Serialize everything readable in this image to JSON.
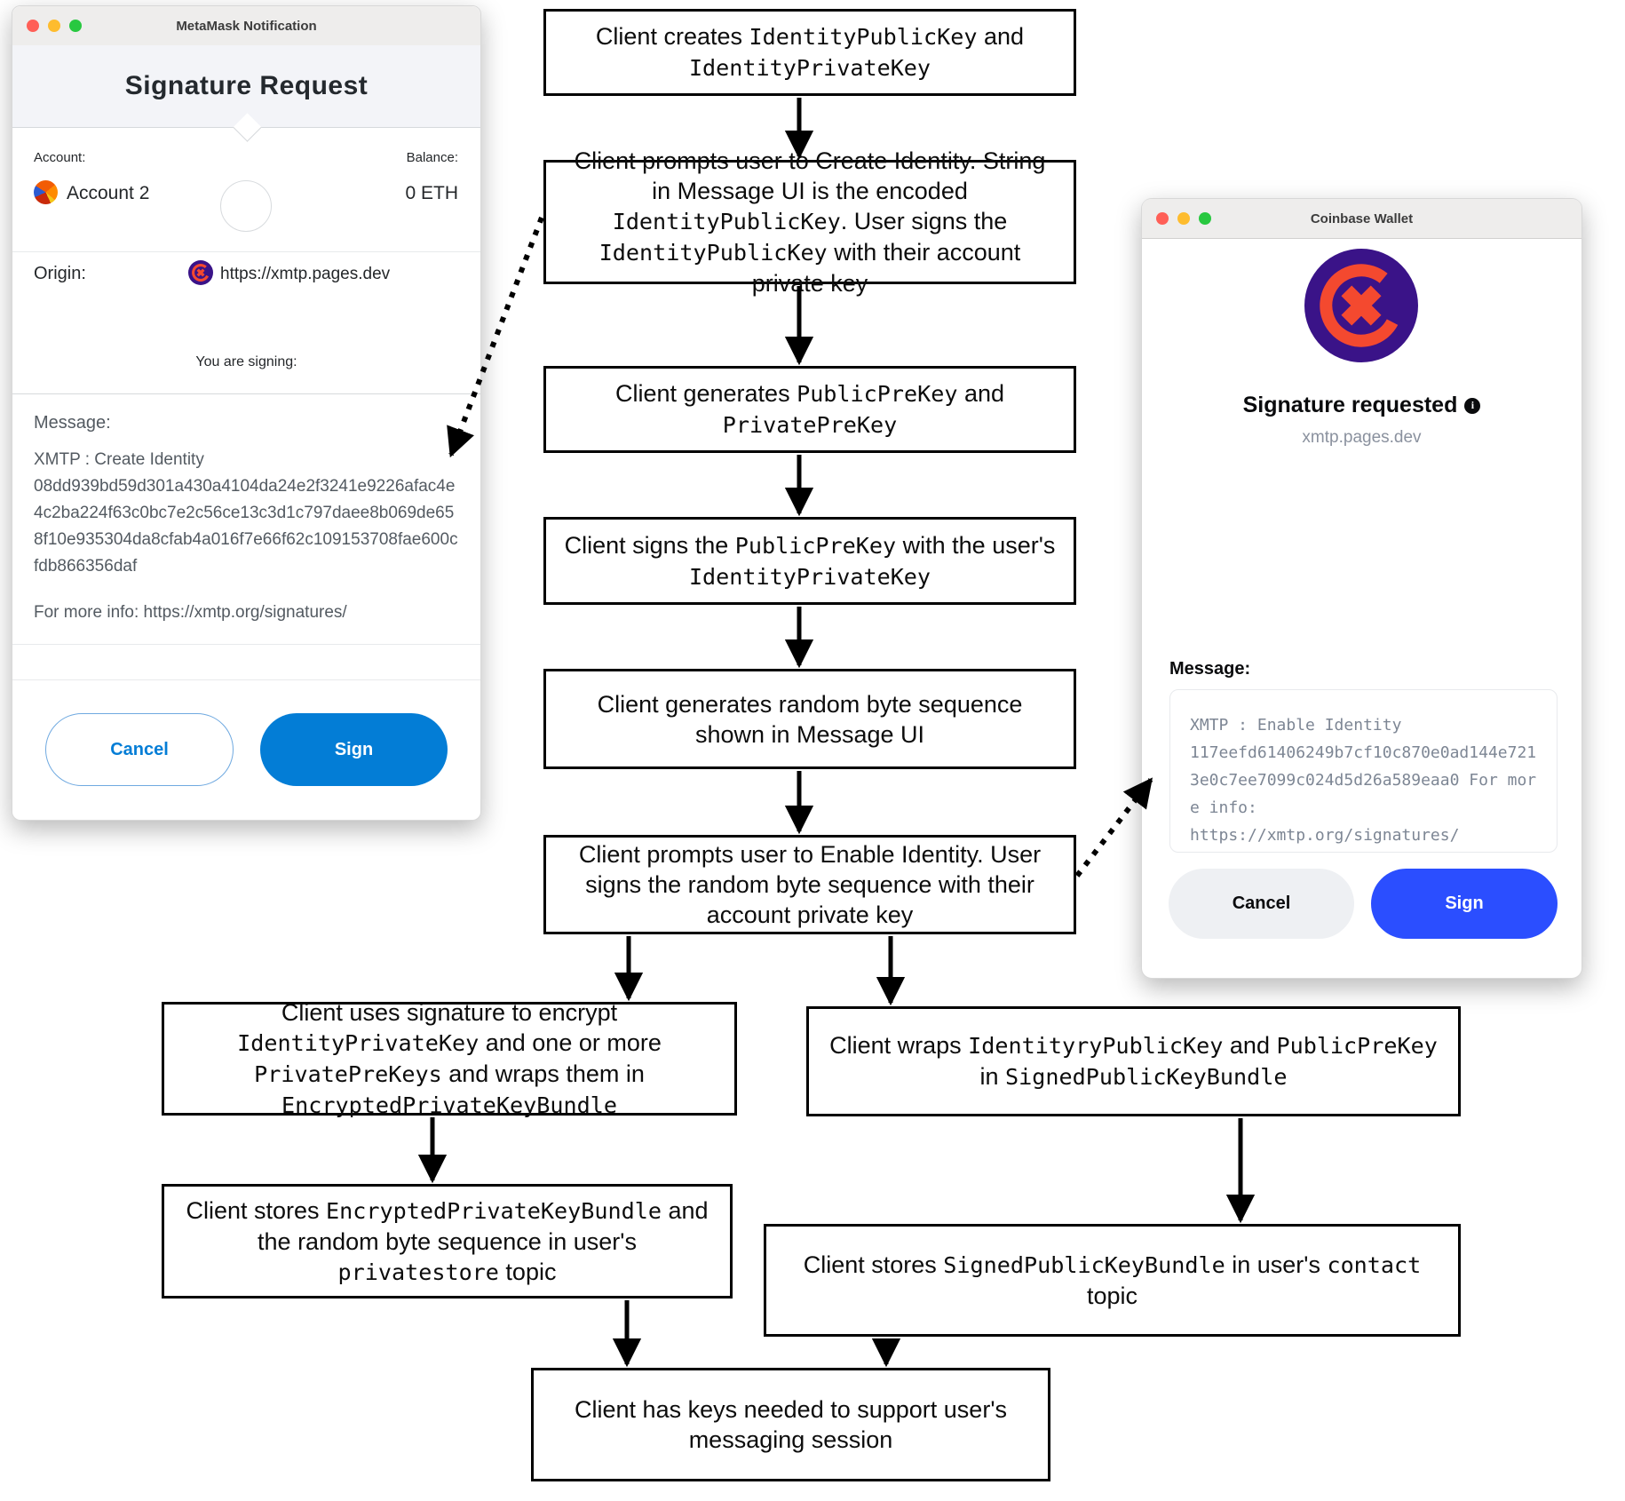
{
  "metamask": {
    "window_title": "MetaMask Notification",
    "heading": "Signature Request",
    "account_label": "Account:",
    "account_name": "Account 2",
    "balance_label": "Balance:",
    "balance_value": "0 ETH",
    "origin_label": "Origin:",
    "origin_url": "https://xmtp.pages.dev",
    "signing_label": "You are signing:",
    "message_label": "Message:",
    "message_text": "XMTP : Create Identity\n08dd939bd59d301a430a4104da24e2f3241e9226afac4e4c2ba224f63c0bc7e2c56ce13c3d1c797daee8b069de658f10e935304da8cfab4a016f7e66f62c109153708fae600cfdb866356daf",
    "more_info": "For more info: https://xmtp.org/signatures/",
    "cancel_label": "Cancel",
    "sign_label": "Sign"
  },
  "coinbase": {
    "window_title": "Coinbase Wallet",
    "heading": "Signature requested",
    "info_icon_glyph": "i",
    "domain": "xmtp.pages.dev",
    "message_label": "Message:",
    "message_text": "XMTP : Enable Identity\n117eefd61406249b7cf10c870e0ad144e7213e0c7ee7099c024d5d26a589eaa0 For more info:\nhttps://xmtp.org/signatures/",
    "cancel_label": "Cancel",
    "sign_label": "Sign"
  },
  "flow": {
    "boxes": [
      {
        "id": "create-identity-keys",
        "text": "Client creates `IdentityPublicKey` and `IdentityPrivateKey`"
      },
      {
        "id": "prompt-create-identity",
        "text": "Client prompts user to Create Identity. String in Message UI is the encoded `IdentityPublicKey`. User signs the `IdentityPublicKey` with their account private key"
      },
      {
        "id": "generate-prekeys",
        "text": "Client generates `PublicPreKey` and `PrivatePreKey`"
      },
      {
        "id": "sign-prekey",
        "text": "Client signs the `PublicPreKey` with the user's `IdentityPrivateKey`"
      },
      {
        "id": "generate-random-bytes",
        "text": "Client generates random byte sequence shown in Message UI"
      },
      {
        "id": "prompt-enable-identity",
        "text": "Client prompts user to Enable Identity. User signs the random byte sequence with their account private key"
      },
      {
        "id": "encrypt-private-bundle",
        "text": "Client uses signature to encrypt `IdentityPrivateKey` and one or more `PrivatePreKeys` and wraps them in `EncryptedPrivateKeyBundle`"
      },
      {
        "id": "wrap-public-bundle",
        "text": "Client wraps `IdentityryPublicKey` and `PublicPreKey` in `SignedPublicKeyBundle`"
      },
      {
        "id": "store-private-bundle",
        "text": "Client stores `EncryptedPrivateKeyBundle` and the random byte sequence in user's `privatestore` topic"
      },
      {
        "id": "store-public-bundle",
        "text": "Client stores `SignedPublicKeyBundle` in user's `contact` topic"
      },
      {
        "id": "session-ready",
        "text": "Client has keys needed to support user's messaging session"
      }
    ]
  },
  "colors": {
    "metamask_accent": "#037dd6",
    "coinbase_accent": "#2b4eff",
    "xmtp_logo_purple": "#3a1388",
    "xmtp_logo_orange": "#f4492f",
    "traffic_red": "#ff5f57",
    "traffic_yellow": "#febc2e",
    "traffic_green": "#28c840"
  }
}
